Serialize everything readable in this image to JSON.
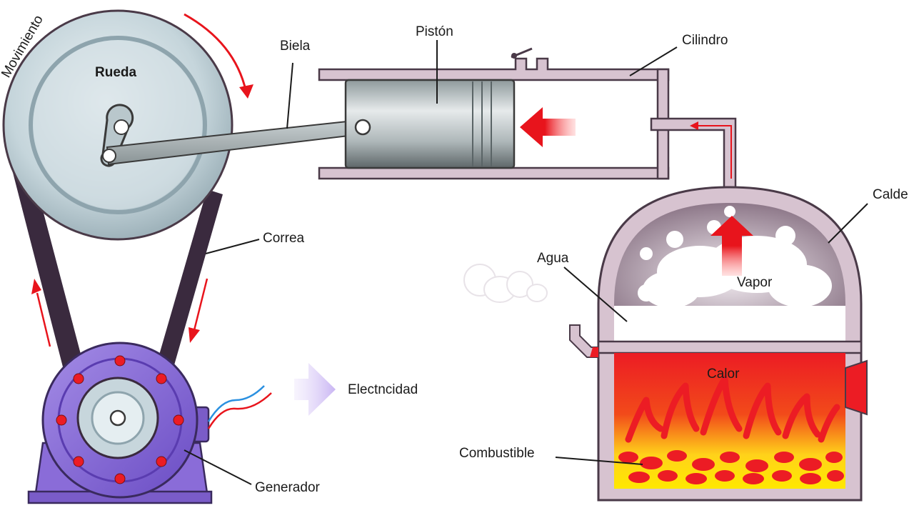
{
  "labels": {
    "movimiento": "Movimiento",
    "rueda": "Rueda",
    "biela": "Biela",
    "piston": "Pistón",
    "cilindro": "Cilindro",
    "caldera": "Calde",
    "correa": "Correa",
    "agua": "Agua",
    "vapor": "Vapor",
    "electricidad": "Electncidad",
    "calor": "Calor",
    "combustible": "Combustible",
    "generador": "Generador"
  },
  "colors": {
    "flow_arrow": "#e8141c",
    "metal_casing": "#d7c3d0",
    "metal_outline": "#4a3a48",
    "wheel": "#c7d6dc",
    "generator": "#8a6cd8",
    "fire_red": "#ec1c24",
    "fire_yellow": "#ffe800",
    "belt": "#3a2a3e"
  }
}
